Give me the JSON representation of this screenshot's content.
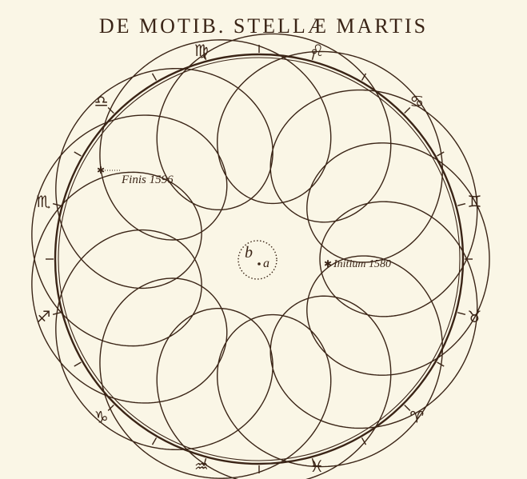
{
  "title": "DE MOTIB. STELLÆ MARTIS",
  "labels": {
    "finis": "Finis 1596",
    "initium": "Initium 1580",
    "center_b": "b",
    "center_a": "a"
  },
  "zodiac": [
    {
      "name": "leo-sign-icon",
      "glyph": "♌"
    },
    {
      "name": "cancer-sign-icon",
      "glyph": "♋"
    },
    {
      "name": "gemini-sign-icon",
      "glyph": "♊"
    },
    {
      "name": "taurus-sign-icon",
      "glyph": "♉"
    },
    {
      "name": "aries-sign-icon",
      "glyph": "♈"
    },
    {
      "name": "pisces-sign-icon",
      "glyph": "♓"
    },
    {
      "name": "aquarius-sign-icon",
      "glyph": "♒"
    },
    {
      "name": "capricorn-sign-icon",
      "glyph": "♑"
    },
    {
      "name": "sagittarius-sign-icon",
      "glyph": "♐"
    },
    {
      "name": "scorpio-sign-icon",
      "glyph": "♏"
    },
    {
      "name": "libra-sign-icon",
      "glyph": "♎"
    },
    {
      "name": "virgo-sign-icon",
      "glyph": "♍"
    }
  ],
  "colors": {
    "ink": "#3a2416",
    "paper": "#faf6e6"
  }
}
